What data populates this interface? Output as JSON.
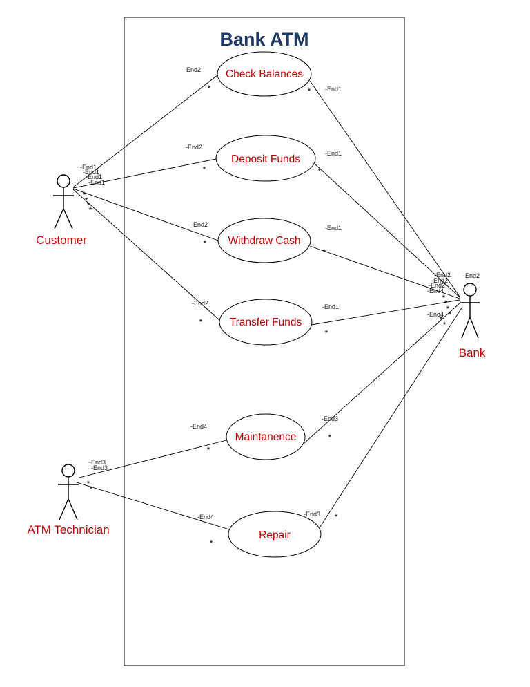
{
  "diagram": {
    "title": "Bank ATM",
    "use_cases": {
      "check_balances": "Check Balances",
      "deposit_funds": "Deposit Funds",
      "withdraw_cash": "Withdraw Cash",
      "transfer_funds": "Transfer Funds",
      "maintanence": "Maintanence",
      "repair": "Repair"
    },
    "actors": {
      "customer": "Customer",
      "bank": "Bank",
      "atm_technician": "ATM Technician"
    },
    "labels": {
      "end1": "-End1",
      "end2": "-End2",
      "end3": "-End3",
      "end4": "-End4",
      "multiplicity": "*"
    },
    "colors": {
      "title": "#1f3864",
      "accent": "#c00000",
      "line": "#000000"
    }
  }
}
